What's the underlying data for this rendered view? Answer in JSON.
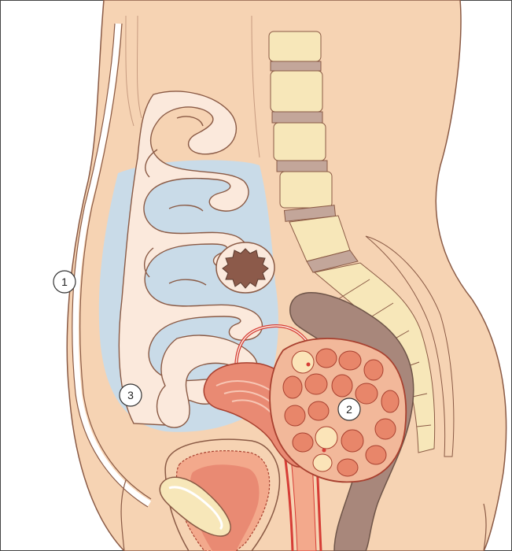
{
  "figure": {
    "callouts": [
      {
        "id": 1,
        "label": "1"
      },
      {
        "id": 2,
        "label": "2"
      },
      {
        "id": 3,
        "label": "3"
      }
    ]
  },
  "colors": {
    "skin": "#f6d3b3",
    "skin_outline": "#8a5a45",
    "peritoneal_fluid": "#c9dbe8",
    "intestine": "#fbe9dc",
    "vertebra": "#f7e7b9",
    "disc": "#c3a69a",
    "uterus": "#e98a73",
    "ovary": "#f2b89a",
    "follicle": "#e8866a",
    "rectum": "#a8877b",
    "bladder": "#f3a98c",
    "vessel": "#d63d36",
    "bowel_lumen": "#8c5a4a"
  }
}
